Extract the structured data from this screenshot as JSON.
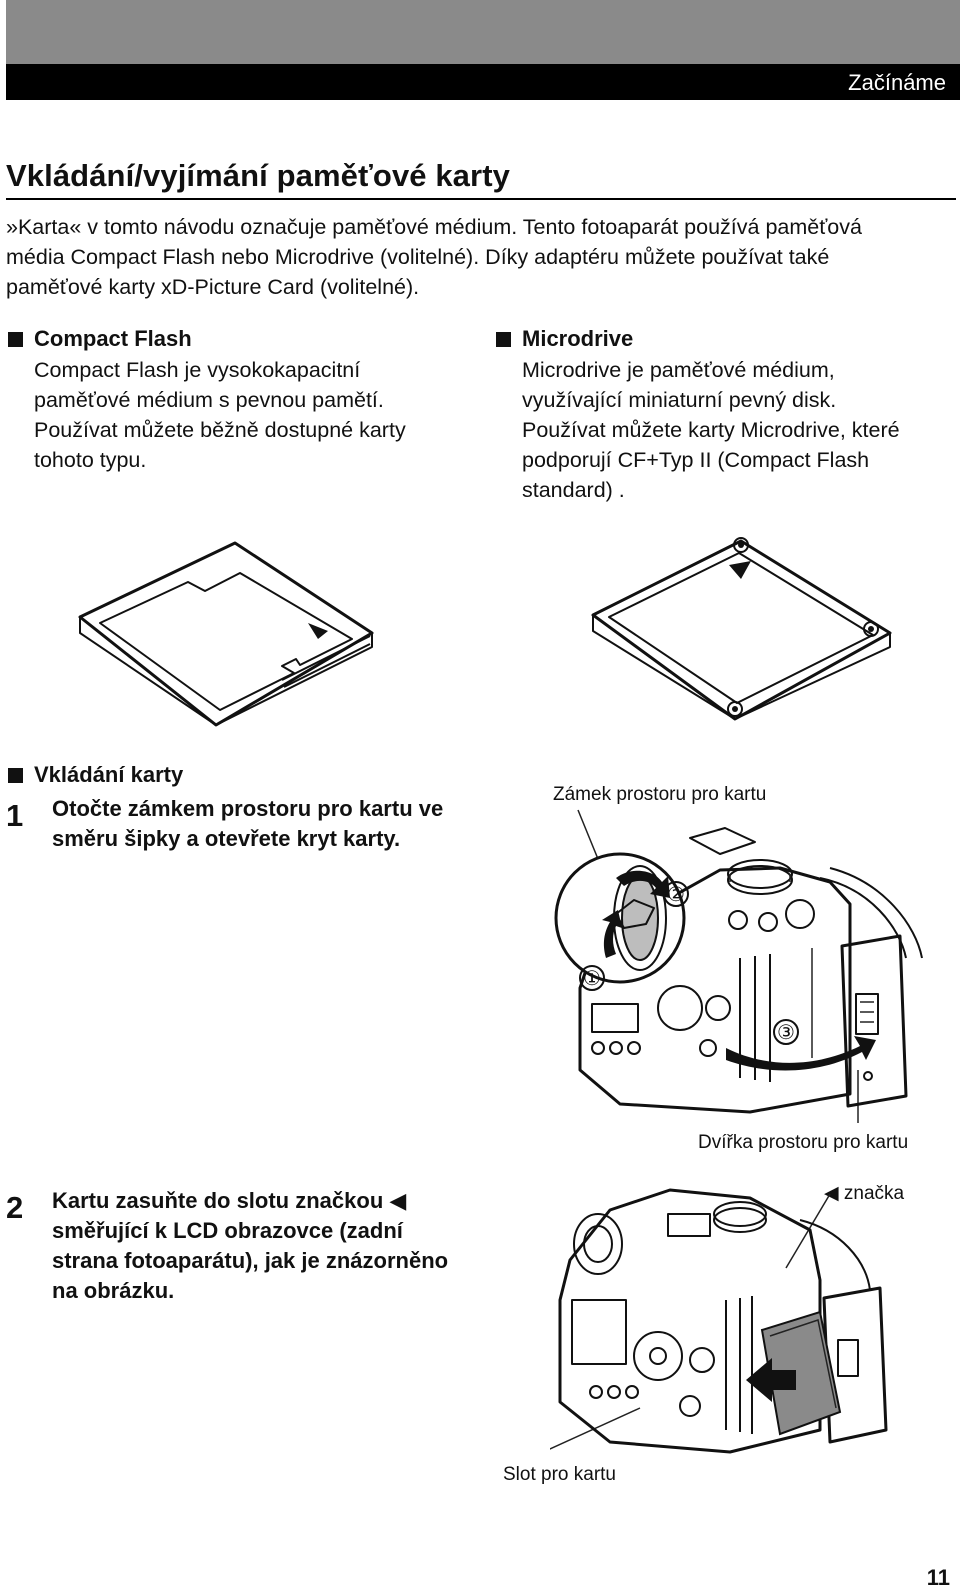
{
  "header": {
    "section": "Začínáme"
  },
  "title": "Vkládání/vyjímání paměťové karty",
  "intro": [
    "»Karta« v tomto návodu označuje paměťové médium. Tento fotoaparát používá paměťová",
    "média Compact Flash nebo Microdrive (volitelné).  Díky adaptéru můžete používat také",
    "paměťové karty xD-Picture Card (volitelné)."
  ],
  "compact_flash": {
    "heading": "Compact Flash",
    "lines": [
      "Compact Flash je vysokokapacitní",
      "paměťové médium s pevnou pamětí.",
      "Používat můžete běžně dostupné karty",
      "tohoto typu."
    ]
  },
  "microdrive": {
    "heading": "Microdrive",
    "lines": [
      "Microdrive je paměťové médium,",
      "využívající miniaturní pevný disk.",
      "Používat můžete karty Microdrive, které",
      "podporují CF+Typ II (Compact Flash",
      "standard) ."
    ]
  },
  "insert": {
    "heading": "Vkládání karty",
    "step1": {
      "number": "1",
      "lines": [
        "Otočte zámkem prostoru pro kartu ve",
        "směru šipky a otevřete kryt karty."
      ]
    },
    "step2": {
      "number": "2",
      "lines": [
        "Kartu zasuňte do slotu značkou ◀",
        "směřující k LCD obrazovce (zadní",
        "strana fotoaparátu), jak je znázorněno",
        "na obrázku."
      ]
    }
  },
  "figure1": {
    "lock_label": "Zámek prostoru pro kartu",
    "door_label": "Dvířka prostoru pro kartu",
    "markers": [
      "①",
      "②",
      "③"
    ]
  },
  "figure2": {
    "mark_label": "◀ značka",
    "slot_label": "Slot pro kartu"
  },
  "page_number": "11"
}
